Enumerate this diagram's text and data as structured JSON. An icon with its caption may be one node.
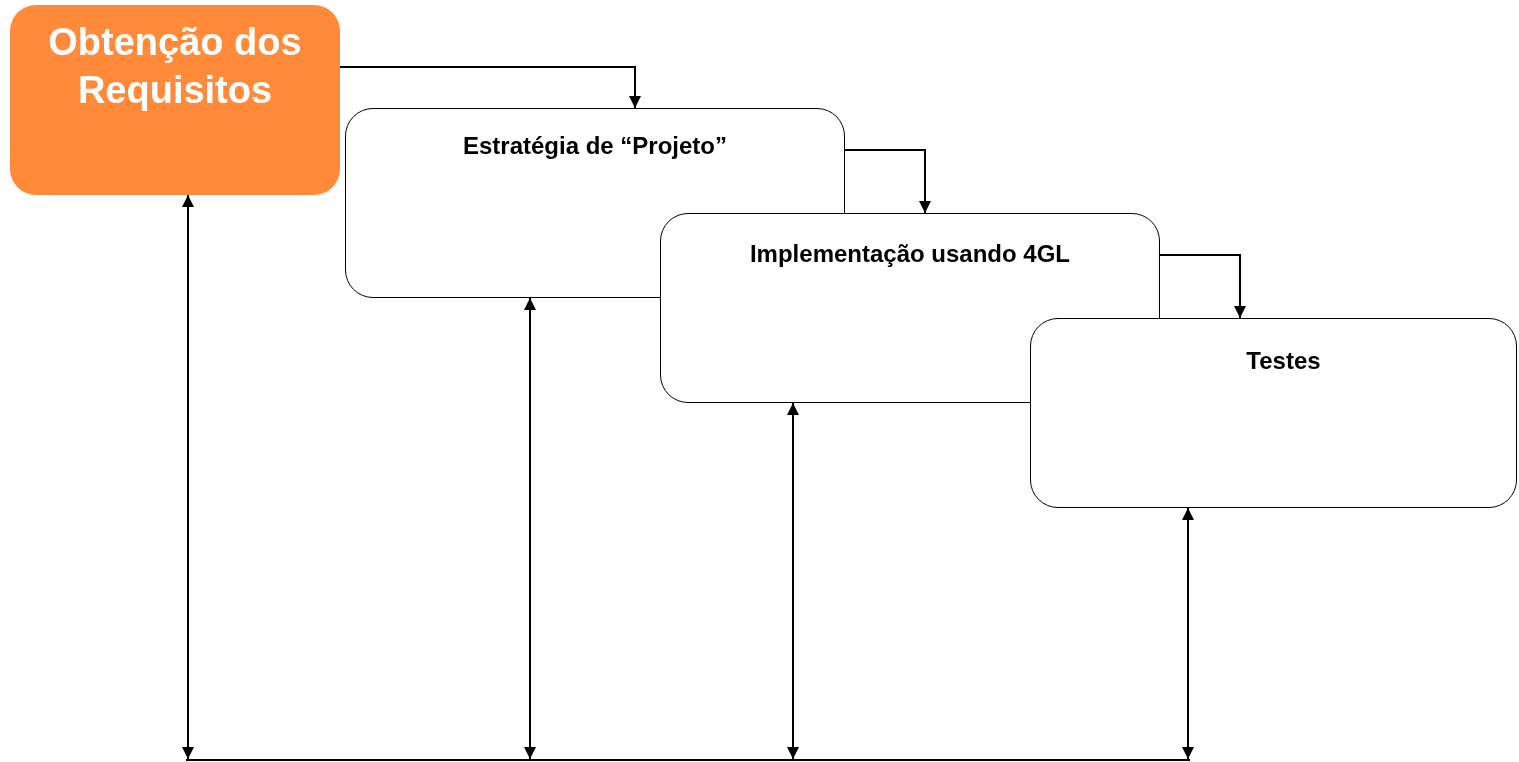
{
  "diagram": {
    "nodes": [
      {
        "text": [
          "Obtenção dos Requisitos"
        ]
      },
      {
        "text": [
          "Estratégia de “Projeto”"
        ]
      },
      {
        "text": [
          "Implementação usando 4GL"
        ]
      },
      {
        "text": [
          "Testes"
        ]
      },
      {
        "text": [],
        "shape": "bar"
      }
    ],
    "edges": [
      {
        "from": 0,
        "to": 1,
        "arrow": "to"
      },
      {
        "from": 1,
        "to": 2,
        "arrow": "to"
      },
      {
        "from": 2,
        "to": 3,
        "arrow": "to"
      },
      {
        "from": 0,
        "to": 4,
        "arrow": "both"
      },
      {
        "from": 1,
        "to": 4,
        "arrow": "both"
      },
      {
        "from": 2,
        "to": 4,
        "arrow": "both"
      },
      {
        "from": 3,
        "to": 4,
        "arrow": "both"
      }
    ]
  }
}
